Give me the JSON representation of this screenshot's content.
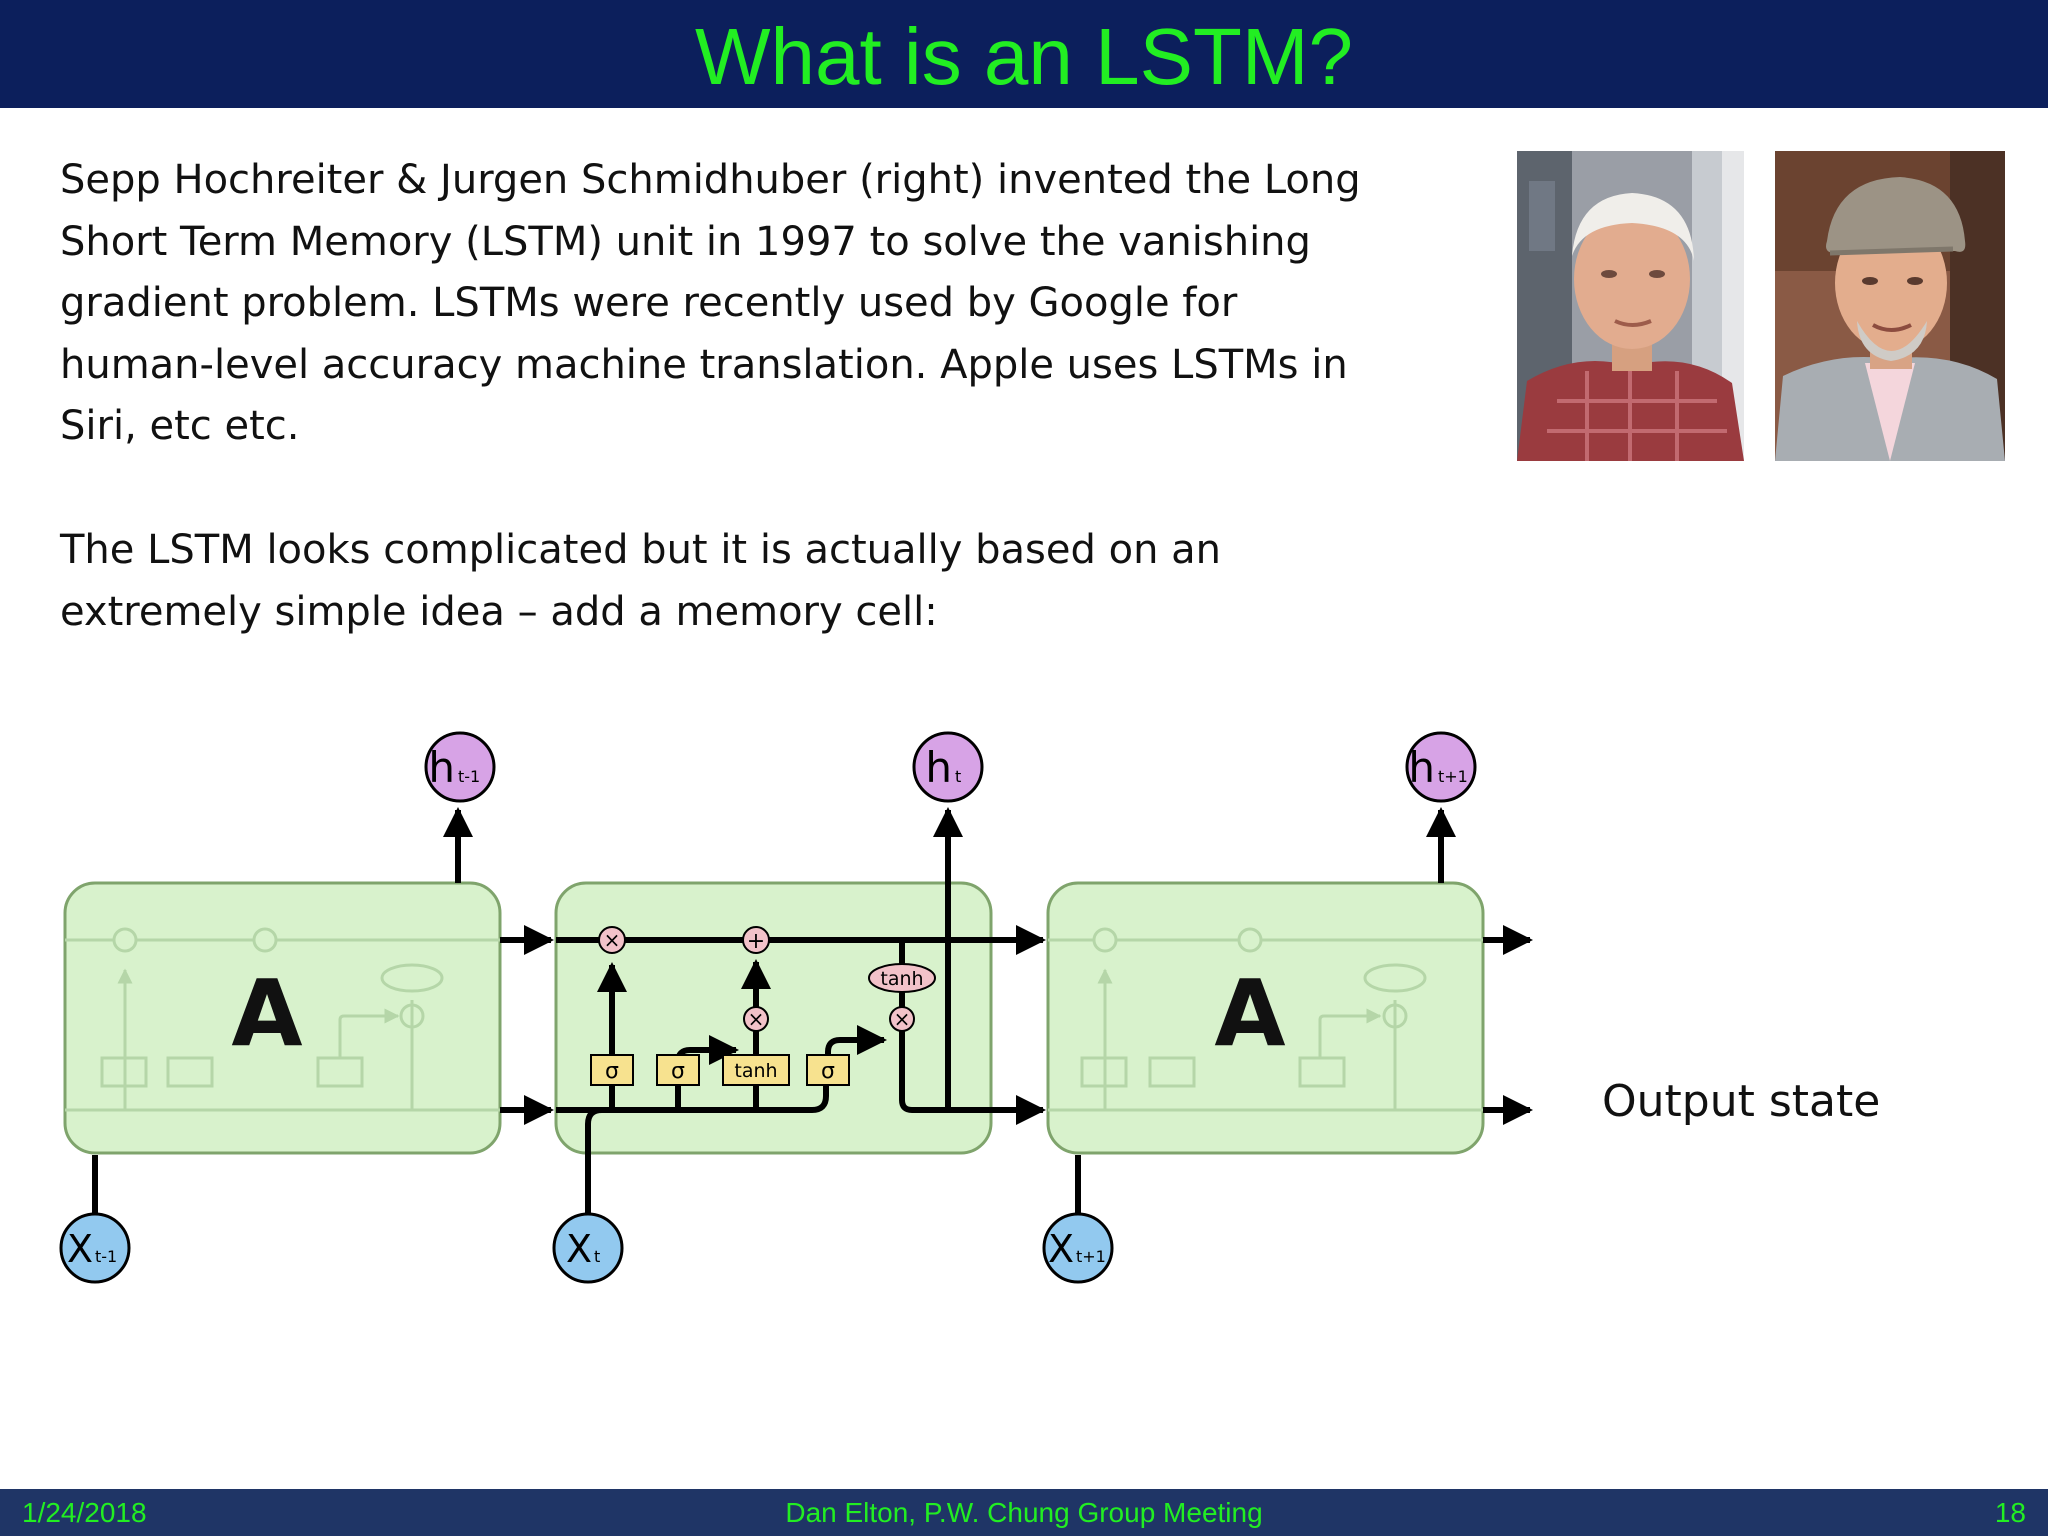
{
  "slide": {
    "title": "What is an LSTM?",
    "paragraph1": "Sepp Hochreiter & Jurgen Schmidhuber (right) invented the Long Short Term Memory (LSTM) unit in 1997 to solve the vanishing gradient problem. LSTMs were recently used by Google for human-level accuracy machine translation. Apple uses LSTMs in Siri, etc etc.",
    "paragraph2": "The LSTM looks complicated but it is actually based on an extremely simple idea – add a memory cell:"
  },
  "diagram": {
    "cell_label": "A",
    "outputs": [
      {
        "base": "h",
        "sub": "t-1"
      },
      {
        "base": "h",
        "sub": "t"
      },
      {
        "base": "h",
        "sub": "t+1"
      }
    ],
    "inputs": [
      {
        "base": "X",
        "sub": "t-1"
      },
      {
        "base": "X",
        "sub": "t"
      },
      {
        "base": "X",
        "sub": "t+1"
      }
    ],
    "gates": [
      "σ",
      "σ",
      "tanh",
      "σ"
    ],
    "ops": {
      "multiply": "×",
      "add": "+",
      "tanh": "tanh"
    },
    "output_state_label": "Output state",
    "colors": {
      "cell": "#d8f2cc",
      "cell_border": "#7fa46c",
      "output_node": "#d7a3e6",
      "input_node": "#92c9ef",
      "gate": "#f7e28f",
      "op_node": "#f2c2c9"
    }
  },
  "footer": {
    "date": "1/24/2018",
    "center": "Dan Elton, P.W. Chung Group Meeting",
    "page": "18"
  }
}
